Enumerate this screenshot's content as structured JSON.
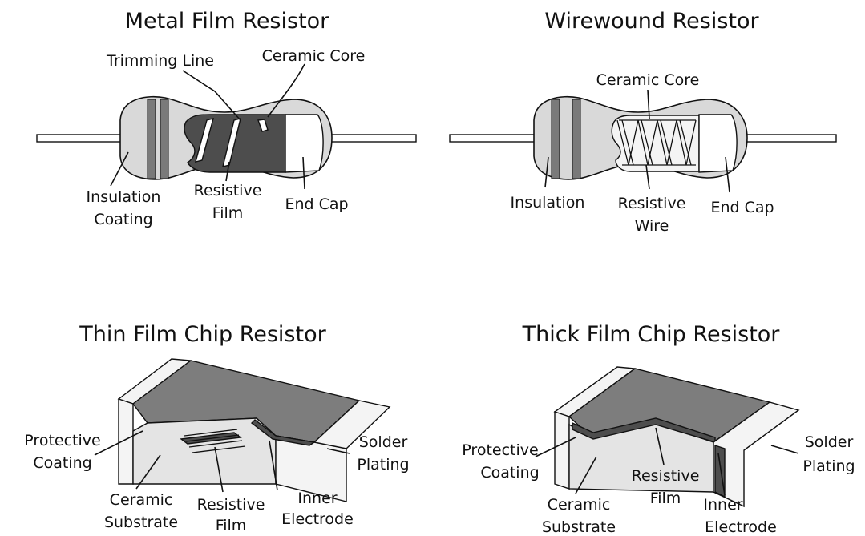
{
  "metal_film": {
    "title": "Metal Film Resistor",
    "labels": {
      "trimming_line": "Trimming Line",
      "ceramic_core": "Ceramic Core",
      "insulation_l1": "Insulation",
      "insulation_l2": "Coating",
      "resistive_l1": "Resistive",
      "resistive_l2": "Film",
      "end_cap": "End Cap"
    }
  },
  "wirewound": {
    "title": "Wirewound Resistor",
    "labels": {
      "ceramic_core": "Ceramic Core",
      "insulation": "Insulation",
      "resistive_l1": "Resistive",
      "resistive_l2": "Wire",
      "end_cap": "End Cap"
    }
  },
  "thin_film_chip": {
    "title": "Thin Film Chip Resistor",
    "labels": {
      "protective_l1": "Protective",
      "protective_l2": "Coating",
      "ceramic_l1": "Ceramic",
      "ceramic_l2": "Substrate",
      "resistive_l1": "Resistive",
      "resistive_l2": "Film",
      "inner_l1": "Inner",
      "inner_l2": "Electrode",
      "solder_l1": "Solder",
      "solder_l2": "Plating"
    }
  },
  "thick_film_chip": {
    "title": "Thick Film Chip Resistor",
    "labels": {
      "protective_l1": "Protective",
      "protective_l2": "Coating",
      "ceramic_l1": "Ceramic",
      "ceramic_l2": "Substrate",
      "resistive_l1": "Resistive",
      "resistive_l2": "Film",
      "inner_l1": "Inner",
      "inner_l2": "Electrode",
      "solder_l1": "Solder",
      "solder_l2": "Plating"
    }
  }
}
